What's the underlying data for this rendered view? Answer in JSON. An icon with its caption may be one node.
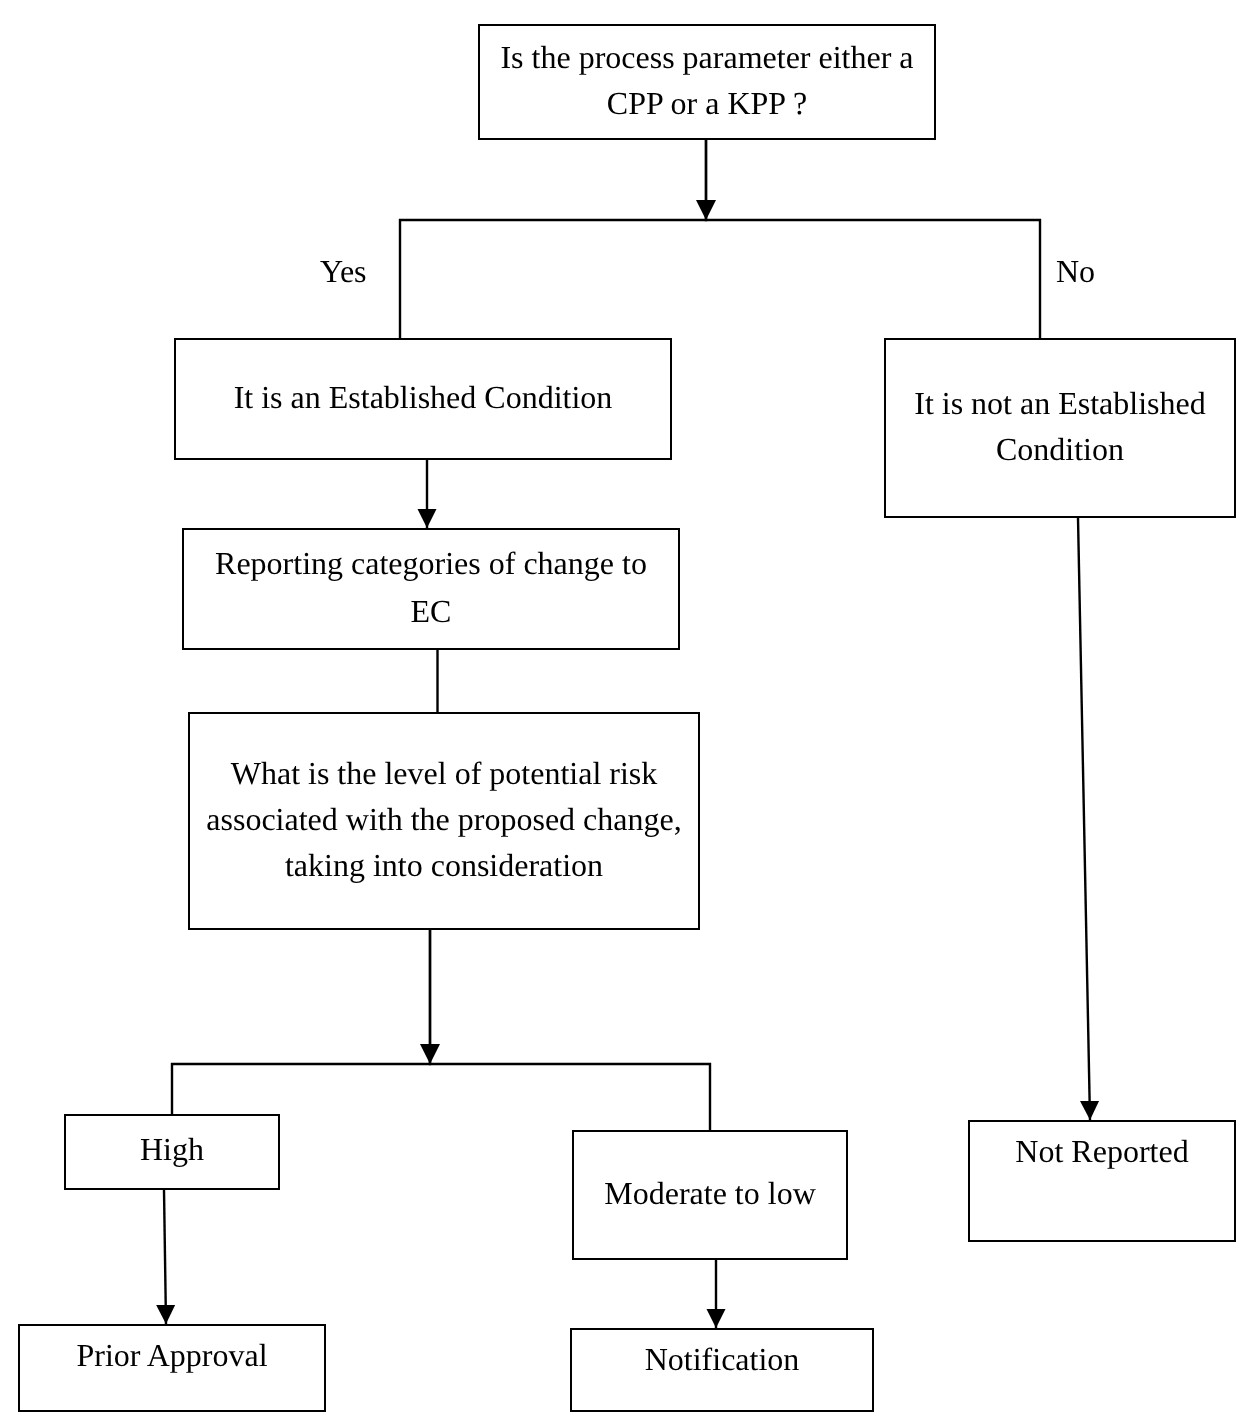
{
  "diagram": {
    "nodes": [
      {
        "text": [
          "Is the process parameter either a CPP or a KPP ?"
        ]
      },
      {
        "text": [
          "It is an Established Condition"
        ]
      },
      {
        "text": [
          "It is not an Established Condition"
        ]
      },
      {
        "text": [
          "Reporting categories of change to EC"
        ]
      },
      {
        "text": [
          "What is the level of potential risk associated with the proposed change, taking into consideration"
        ]
      },
      {
        "text": [
          "High"
        ]
      },
      {
        "text": [
          "Moderate to low"
        ]
      },
      {
        "text": [
          "Not Reported"
        ]
      },
      {
        "text": [
          "Prior Approval"
        ]
      },
      {
        "text": [
          "Notification"
        ]
      }
    ],
    "edges": [
      {
        "from": 0,
        "to": 1,
        "arrow": "to",
        "label": "Yes"
      },
      {
        "from": 0,
        "to": 2,
        "arrow": "to",
        "label": "No"
      },
      {
        "from": 1,
        "to": 3,
        "arrow": "to"
      },
      {
        "from": 3,
        "to": 4,
        "arrow": "none"
      },
      {
        "from": 4,
        "to": 5,
        "arrow": "to"
      },
      {
        "from": 4,
        "to": 6,
        "arrow": "to"
      },
      {
        "from": 5,
        "to": 8,
        "arrow": "to"
      },
      {
        "from": 6,
        "to": 9,
        "arrow": "to"
      },
      {
        "from": 2,
        "to": 7,
        "arrow": "to"
      }
    ]
  }
}
